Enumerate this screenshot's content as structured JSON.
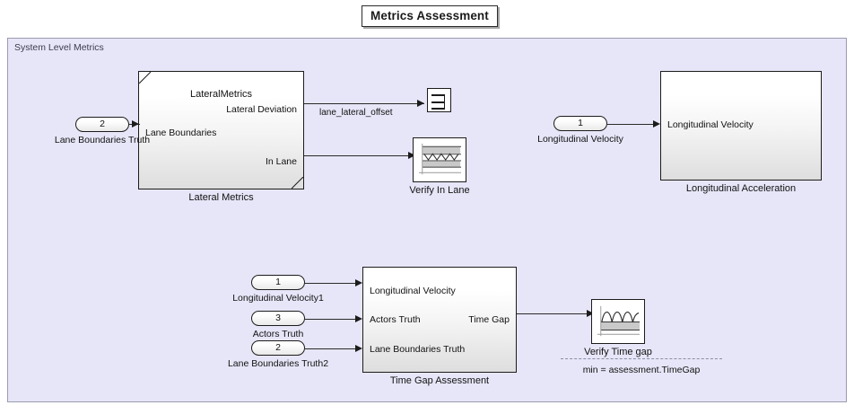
{
  "title": "Metrics Assessment",
  "container": {
    "label": "System Level Metrics"
  },
  "blocks": {
    "lateral_metrics": {
      "caption": "Lateral Metrics",
      "inner_title": "LateralMetrics",
      "inputs": [
        "Lane Boundaries"
      ],
      "outputs": [
        "Lateral Deviation",
        "In Lane"
      ]
    },
    "longitudinal_acceleration": {
      "caption": "Longitudinal Acceleration",
      "inputs": [
        "Longitudinal Velocity"
      ],
      "outputs": []
    },
    "time_gap_assessment": {
      "caption": "Time Gap Assessment",
      "inputs": [
        "Longitudinal Velocity",
        "Actors Truth",
        "Lane Boundaries Truth"
      ],
      "outputs": [
        "Time Gap"
      ]
    },
    "verify_in_lane": {
      "caption": "Verify In Lane",
      "icon": "assessment-waveform-icon"
    },
    "verify_time_gap": {
      "caption": "Verify Time gap",
      "icon": "assessment-waveform-icon"
    },
    "lane_lateral_offset_log": {
      "icon": "signal-logging-icon"
    }
  },
  "inports": [
    {
      "number": "2",
      "caption": "Lane Boundaries Truth"
    },
    {
      "number": "1",
      "caption": "Longitudinal Velocity"
    },
    {
      "number": "1",
      "caption": "Longitudinal Velocity1"
    },
    {
      "number": "3",
      "caption": "Actors Truth"
    },
    {
      "number": "2",
      "caption": "Lane Boundaries Truth2"
    }
  ],
  "signals": {
    "lane_lateral_offset": "lane_lateral_offset"
  },
  "annotations": {
    "time_gap": "min = assessment.TimeGap"
  },
  "colors": {
    "canvas": "#ffffff",
    "container_fill": "#e7e6f8",
    "container_border": "#9b9bb0",
    "block_border": "#1c1c1c",
    "wire": "#2a2a2a",
    "text": "#111111"
  }
}
